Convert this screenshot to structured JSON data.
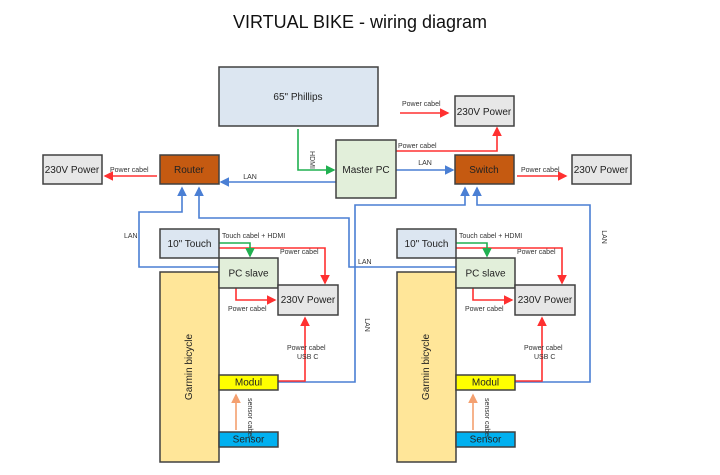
{
  "title": "VIRTUAL BIKE - wiring diagram",
  "colors": {
    "lan": "#4a7fd4",
    "power": "#ff3030",
    "hdmi": "#20b050",
    "sensor_cable": "#f4a070",
    "router_switch": "#c55a11",
    "display": "#dce6f1",
    "pc": "#e2efda",
    "power_box": "#e7e7e7",
    "bike": "#ffe699",
    "modul": "#ffff00",
    "sensor": "#00b0f0"
  },
  "nodes": {
    "philips": "65\" Phillips",
    "master_pc": "Master PC",
    "router": "Router",
    "switch": "Switch",
    "power_top": "230V Power",
    "power_left": "230V Power",
    "power_right": "230V Power"
  },
  "stations": [
    {
      "touch": "10\" Touch",
      "pc_slave": "PC slave",
      "power": "230V Power",
      "bike": "Garmin bicycle",
      "modul": "Modul",
      "sensor": "Sensor"
    },
    {
      "touch": "10\" Touch",
      "pc_slave": "PC slave",
      "power": "230V Power",
      "bike": "Garmin bicycle",
      "modul": "Modul",
      "sensor": "Sensor"
    }
  ],
  "labels": {
    "hdmi": "HDMI",
    "lan": "LAN",
    "power_cabel": "Power cabel",
    "touch_hdmi": "Touch cabel + HDMI",
    "usb_c": "USB C",
    "sensor_cabel": "sensor cabel"
  }
}
